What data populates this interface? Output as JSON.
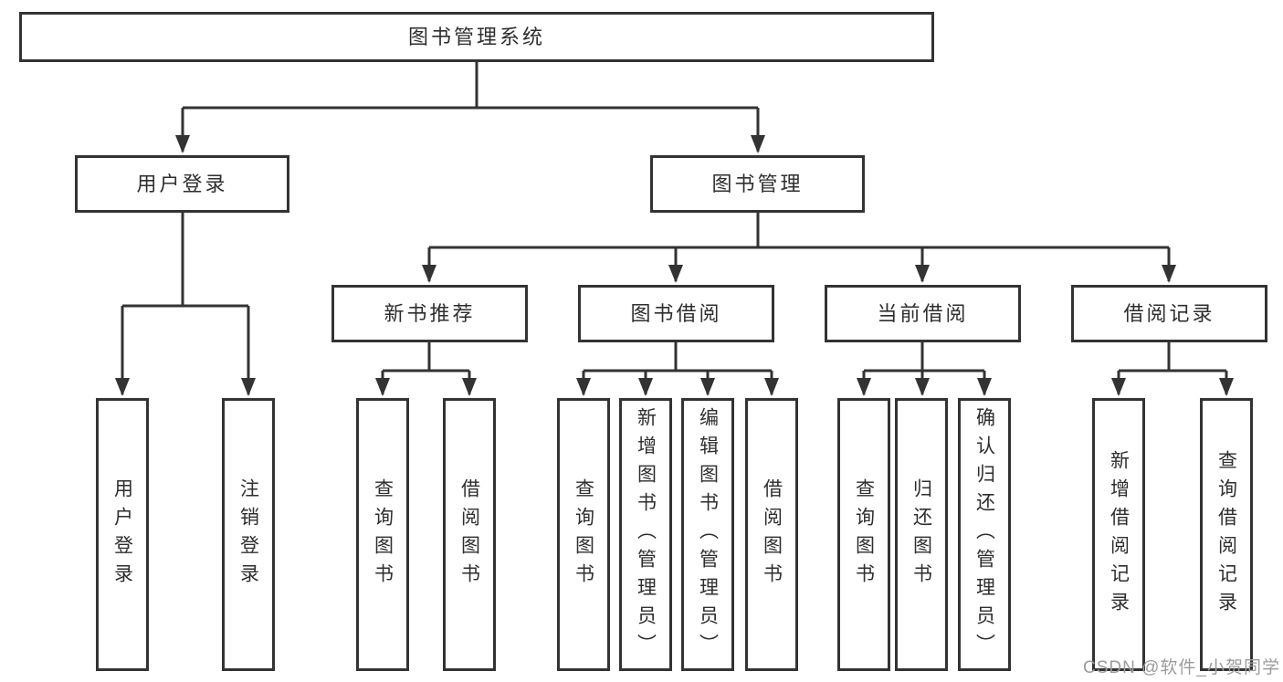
{
  "diagram": {
    "title": "图书管理系统",
    "root": {
      "label": "图书管理系统"
    },
    "level2": [
      {
        "id": "user-login",
        "label": "用户登录",
        "children": [
          "用户登录",
          "注销登录"
        ]
      },
      {
        "id": "book-management",
        "label": "图书管理",
        "children": [
          "新书推荐",
          "图书借阅",
          "当前借阅",
          "借阅记录"
        ]
      }
    ],
    "level3": [
      {
        "id": "new-book-recommend",
        "label": "新书推荐",
        "parent": "图书管理",
        "children": [
          "查询图书",
          "借阅图书"
        ]
      },
      {
        "id": "book-borrowing",
        "label": "图书借阅",
        "parent": "图书管理",
        "children": [
          "查询图书",
          "新增图书（管理员）",
          "编辑图书（管理员）",
          "借阅图书"
        ]
      },
      {
        "id": "current-borrowing",
        "label": "当前借阅",
        "parent": "图书管理",
        "children": [
          "查询图书",
          "归还图书",
          "确认归还（管理员）"
        ]
      },
      {
        "id": "borrowing-records",
        "label": "借阅记录",
        "parent": "图书管理",
        "children": [
          "新增借阅记录",
          "查询借阅记录"
        ]
      }
    ],
    "leaves": [
      {
        "label": "用户登录",
        "parent": "用户登录"
      },
      {
        "label": "注销登录",
        "parent": "用户登录"
      },
      {
        "label": "查询图书",
        "parent": "新书推荐"
      },
      {
        "label": "借阅图书",
        "parent": "新书推荐"
      },
      {
        "label": "查询图书",
        "parent": "图书借阅"
      },
      {
        "label": "新增图书（管理员）",
        "parent": "图书借阅"
      },
      {
        "label": "编辑图书（管理员）",
        "parent": "图书借阅"
      },
      {
        "label": "借阅图书",
        "parent": "图书借阅"
      },
      {
        "label": "查询图书",
        "parent": "当前借阅"
      },
      {
        "label": "归还图书",
        "parent": "当前借阅"
      },
      {
        "label": "确认归还（管理员）",
        "parent": "当前借阅"
      },
      {
        "label": "新增借阅记录",
        "parent": "借阅记录"
      },
      {
        "label": "查询借阅记录",
        "parent": "借阅记录"
      }
    ]
  },
  "watermark": {
    "text": "CSDN @软件_小贺同学"
  },
  "colors": {
    "line": "#333333",
    "box_border": "#333333",
    "box_fill": "#ffffff",
    "text": "#2e2e2e",
    "watermark": "#9c9c9c"
  }
}
